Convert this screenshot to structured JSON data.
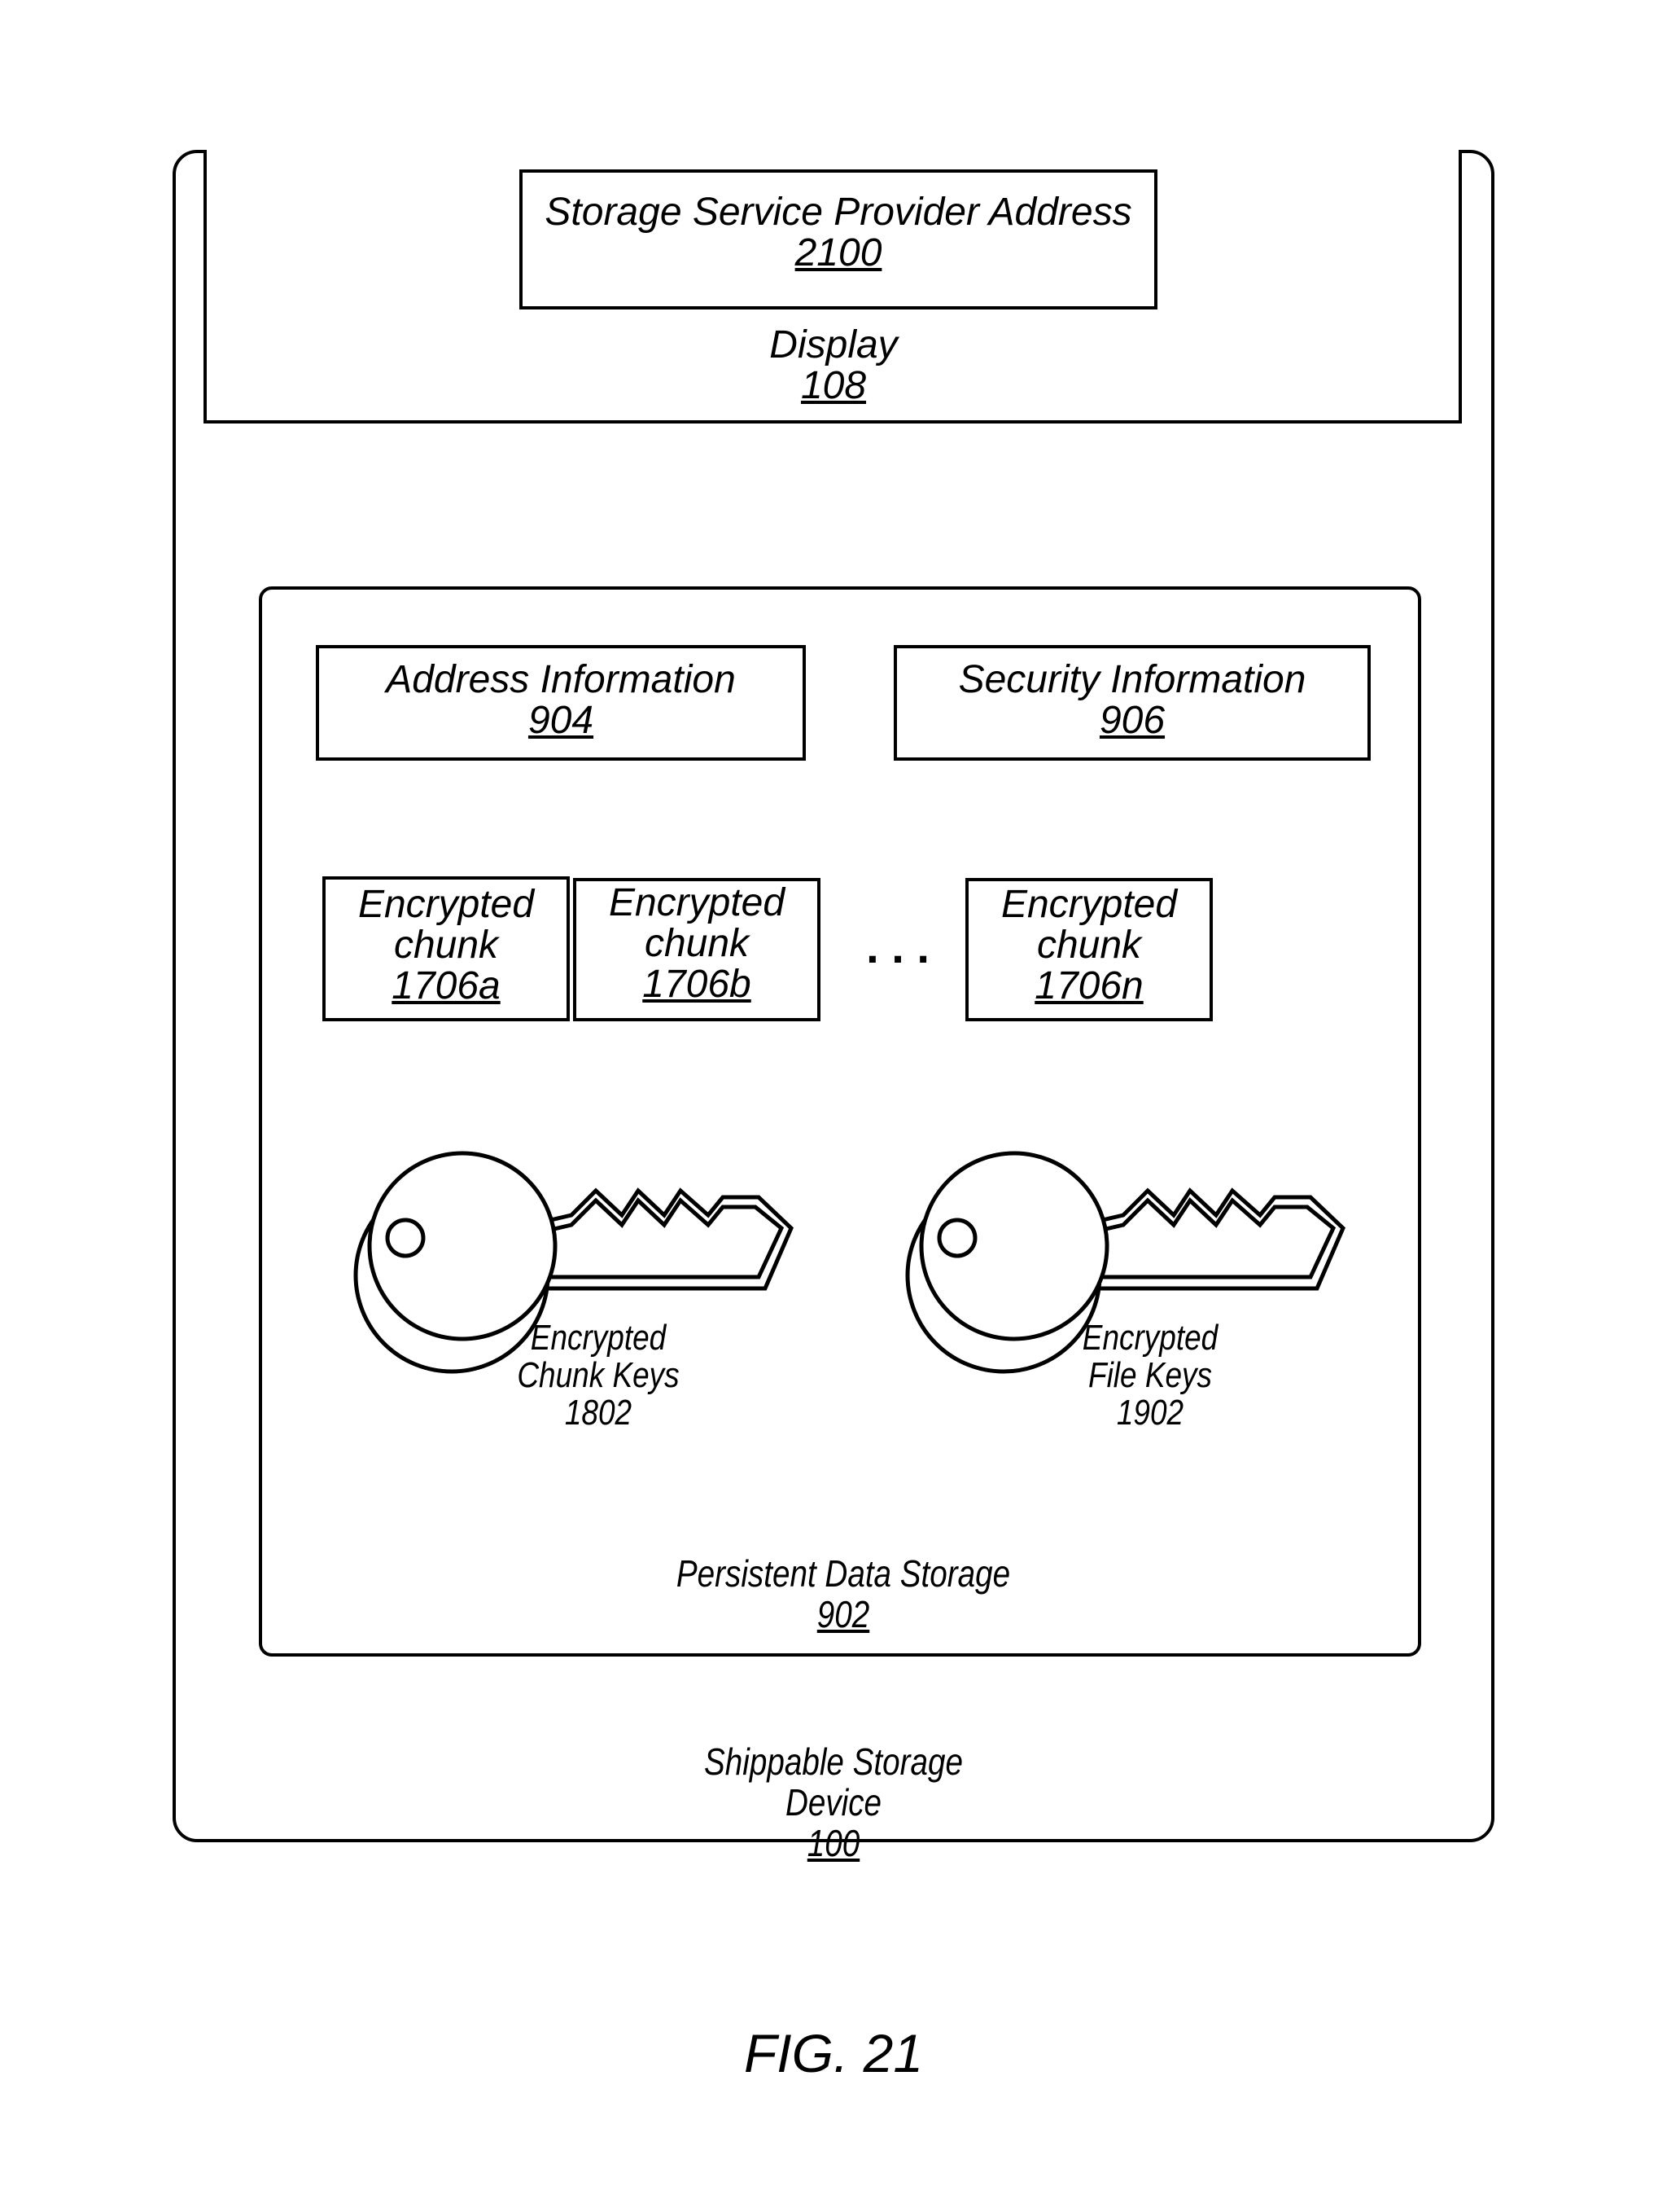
{
  "device": {
    "name": "Shippable Storage Device",
    "ref": "100"
  },
  "display": {
    "name": "Display",
    "ref": "108",
    "content": {
      "name": "Storage Service Provider Address",
      "ref": "2100"
    }
  },
  "storage": {
    "name": "Persistent Data Storage",
    "ref": "902",
    "address_info": {
      "name": "Address Information",
      "ref": "904"
    },
    "security_info": {
      "name": "Security Information",
      "ref": "906"
    },
    "chunks": [
      {
        "line1": "Encrypted",
        "line2": "chunk",
        "ref": "1706a"
      },
      {
        "line1": "Encrypted",
        "line2": "chunk",
        "ref": "1706b"
      },
      {
        "line1": "Encrypted",
        "line2": "chunk",
        "ref": "1706n"
      }
    ],
    "ellipsis": ". . .",
    "keys": [
      {
        "line1": "Encrypted",
        "line2": "Chunk Keys",
        "ref": "1802",
        "icon": "key-icon"
      },
      {
        "line1": "Encrypted",
        "line2": "File Keys",
        "ref": "1902",
        "icon": "key-icon"
      }
    ]
  },
  "figure_label": "FIG. 21"
}
